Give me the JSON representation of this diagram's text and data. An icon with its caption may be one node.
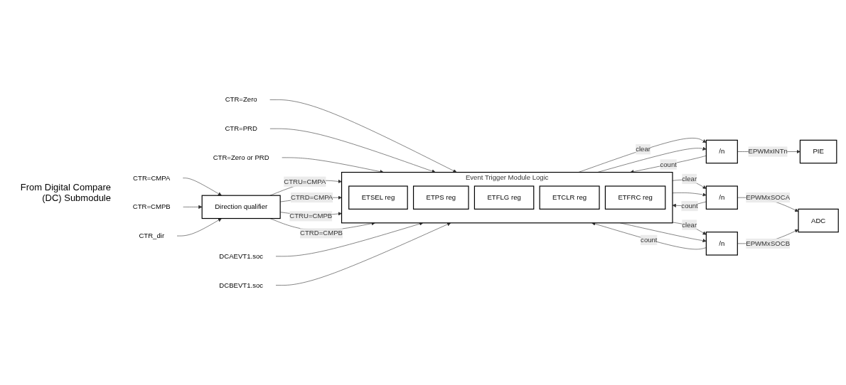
{
  "diagram": {
    "nodes": [
      {
        "text": [
          "CTR=Zero"
        ]
      },
      {
        "text": [
          "CTR=PRD"
        ]
      },
      {
        "text": [
          "CTR=Zero or PRD"
        ]
      },
      {
        "text": [
          "CTR=CMPA"
        ]
      },
      {
        "text": [
          "CTR=CMPB"
        ]
      },
      {
        "text": [
          "Direction qualifier"
        ]
      },
      {
        "text": [
          "CTR_dir"
        ]
      },
      {
        "text": [
          "DCAEVT1.soc"
        ]
      },
      {
        "text": [
          "DCBEVT1.soc"
        ]
      },
      {
        "text": [
          "Event Trigger Module Logic"
        ]
      },
      {
        "text": [
          "ETSEL reg"
        ],
        "in": 9
      },
      {
        "text": [
          "ETPS reg"
        ],
        "in": 9
      },
      {
        "text": [
          "ETFLG reg"
        ],
        "in": 9
      },
      {
        "text": [
          "ETCLR reg"
        ],
        "in": 9
      },
      {
        "text": [
          "ETFRC reg"
        ],
        "in": 9
      },
      {
        "text": [
          "/n"
        ]
      },
      {
        "text": [
          "/n"
        ]
      },
      {
        "text": [
          "/n"
        ]
      },
      {
        "text": [
          "PIE"
        ]
      },
      {
        "text": [
          "ADC"
        ]
      }
    ],
    "edges": [
      {
        "from": 0,
        "to": 9,
        "arrow": "to"
      },
      {
        "from": 1,
        "to": 9,
        "arrow": "to"
      },
      {
        "from": 2,
        "to": 9,
        "arrow": "to"
      },
      {
        "from": 3,
        "to": 5,
        "arrow": "to"
      },
      {
        "from": 4,
        "to": 5,
        "arrow": "to"
      },
      {
        "from": 6,
        "to": 5,
        "arrow": "to"
      },
      {
        "from": 5,
        "to": 9,
        "arrow": "to",
        "label": "CTRU=CMPA"
      },
      {
        "from": 5,
        "to": 9,
        "arrow": "to",
        "label": "CTRD=CMPA"
      },
      {
        "from": 5,
        "to": 9,
        "arrow": "to",
        "label": "CTRU=CMPB"
      },
      {
        "from": 5,
        "to": 9,
        "arrow": "to",
        "label": "CTRD=CMPB"
      },
      {
        "from": 7,
        "to": 9,
        "arrow": "to"
      },
      {
        "from": 8,
        "to": 9,
        "arrow": "to"
      },
      {
        "from": 9,
        "to": 15,
        "arrow": "to",
        "label": "clear"
      },
      {
        "from": 9,
        "to": 15,
        "arrow": "to"
      },
      {
        "from": 15,
        "to": 9,
        "arrow": "to",
        "label": "count"
      },
      {
        "from": 9,
        "to": 16,
        "arrow": "to",
        "label": "clear"
      },
      {
        "from": 9,
        "to": 16,
        "arrow": "to"
      },
      {
        "from": 16,
        "to": 9,
        "arrow": "to",
        "label": "count"
      },
      {
        "from": 9,
        "to": 17,
        "arrow": "to",
        "label": "clear"
      },
      {
        "from": 9,
        "to": 17,
        "arrow": "to"
      },
      {
        "from": 17,
        "to": 9,
        "arrow": "to",
        "label": "count"
      },
      {
        "from": 15,
        "to": 18,
        "arrow": "to",
        "label": "EPWMxINTn"
      },
      {
        "from": 16,
        "to": 19,
        "arrow": "to",
        "label": "EPWMxSOCA"
      },
      {
        "from": 17,
        "to": 19,
        "arrow": "to",
        "label": "EPWMxSOCB"
      }
    ],
    "labels": [
      "From Digital Compare (DC) Submodule"
    ]
  }
}
